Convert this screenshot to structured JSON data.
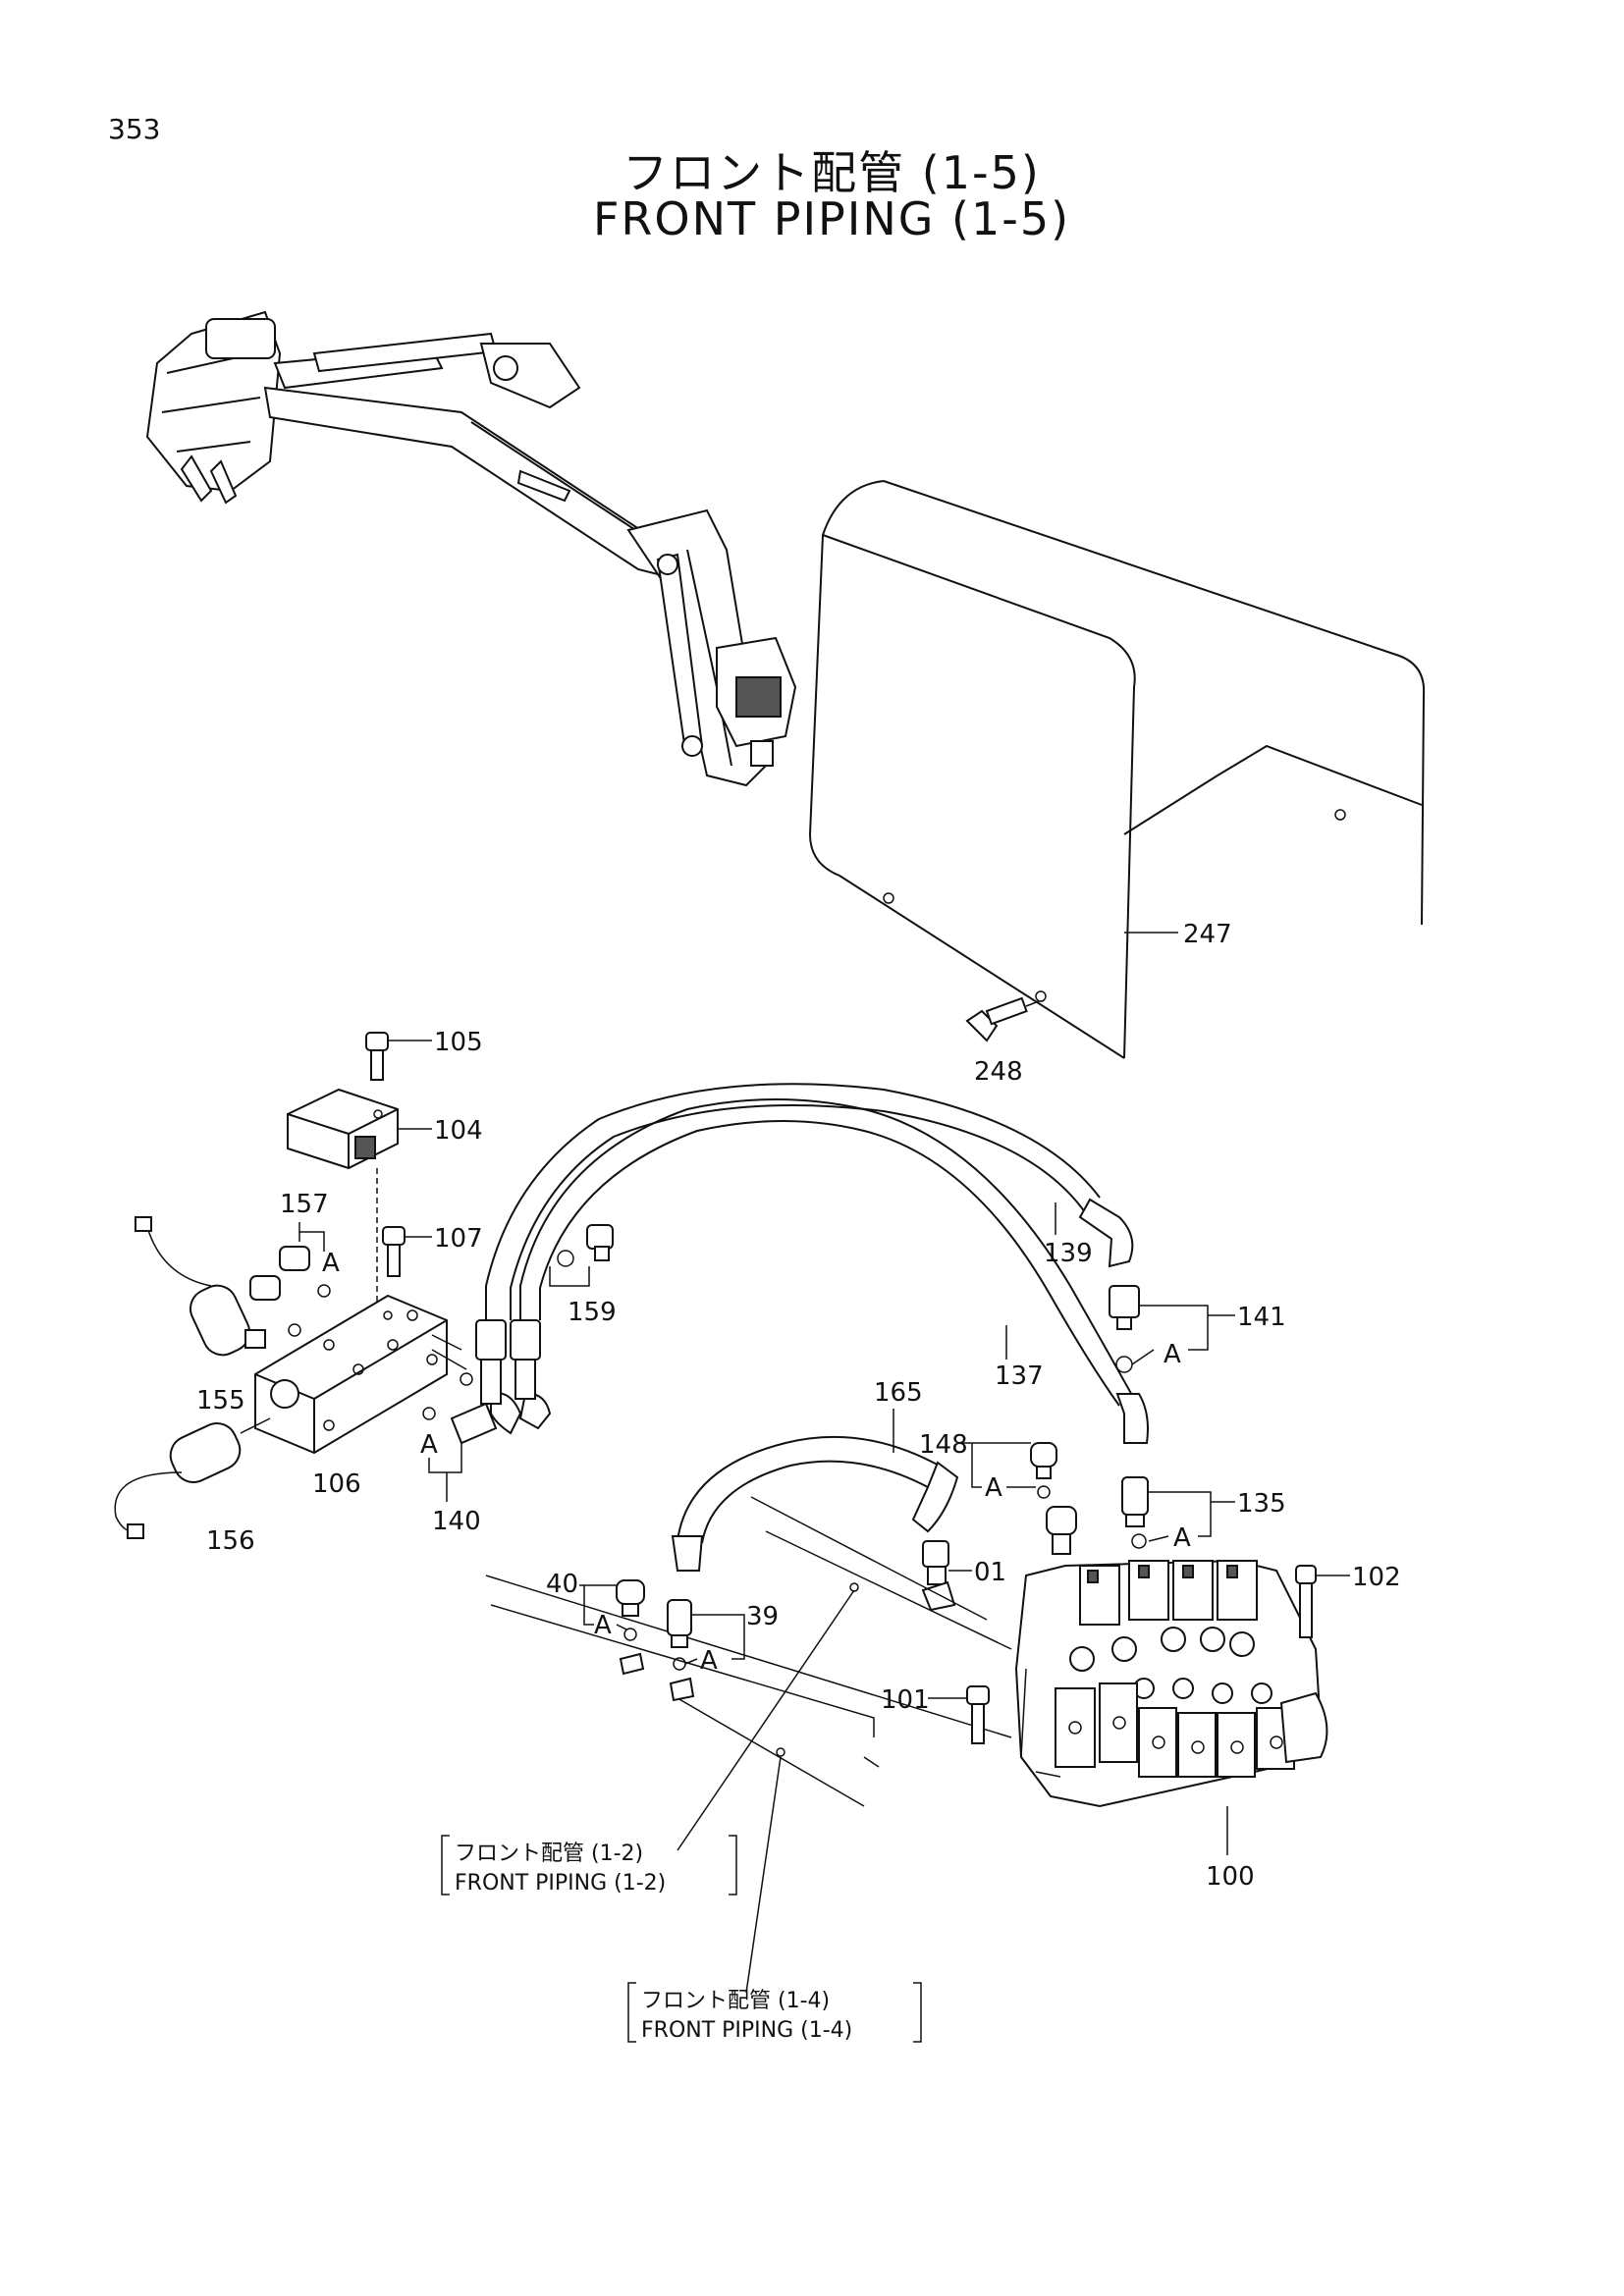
{
  "page_number": "353",
  "title_jp": "フロント配管 (1-5)",
  "title_en": "FRONT PIPING (1-5)",
  "part_labels": {
    "p247": "247",
    "p248": "248",
    "p105": "105",
    "p104": "104",
    "p157": "157",
    "p107": "107",
    "p159": "159",
    "p155": "155",
    "p106": "106",
    "p156": "156",
    "p140": "140",
    "p139": "139",
    "p141": "141",
    "p137": "137",
    "p165": "165",
    "p148": "148",
    "p135": "135",
    "p01": "01",
    "p40": "40",
    "p39": "39",
    "p102": "102",
    "p101": "101",
    "p100": "100"
  },
  "callout_letter": "A",
  "ref_1_2": {
    "jp": "フロント配管 (1-2)",
    "en": "FRONT PIPING (1-2)"
  },
  "ref_1_4": {
    "jp": "フロント配管 (1-4)",
    "en": "FRONT PIPING (1-4)"
  }
}
